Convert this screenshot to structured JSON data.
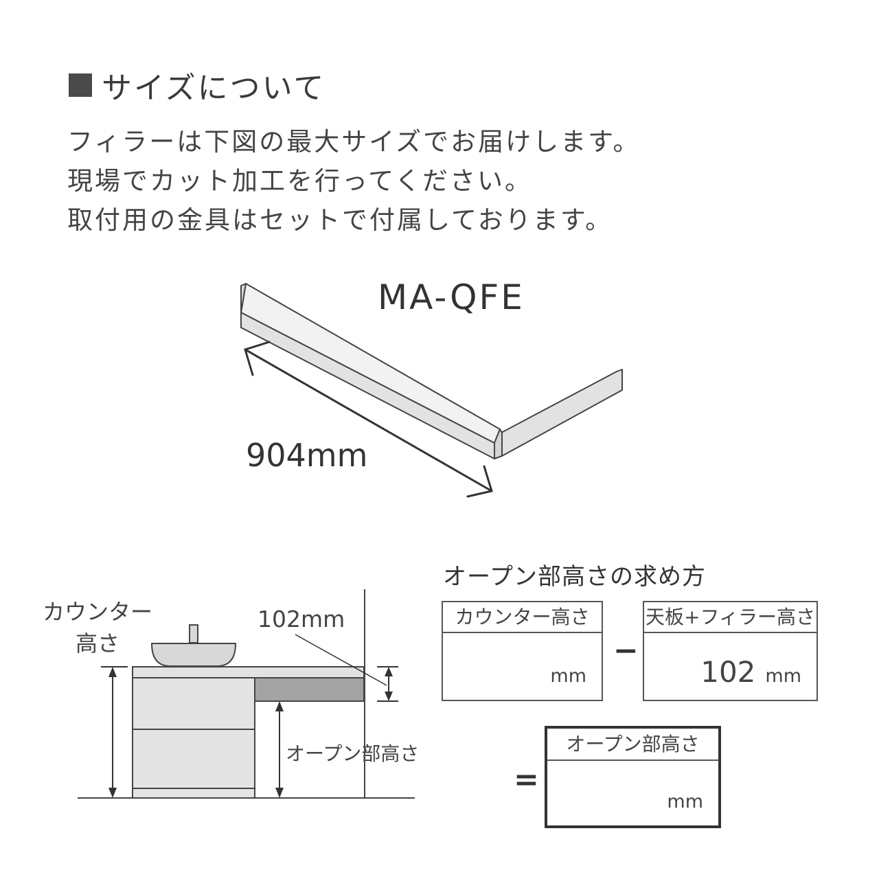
{
  "heading": "サイズについて",
  "description": [
    "フィラーは下図の最大サイズでお届けします。",
    "現場でカット加工を行ってください。",
    "取付用の金具はセットで付属しております。"
  ],
  "product": {
    "model": "MA-QFE",
    "length": "904mm"
  },
  "side_view": {
    "counter_height_label_line1": "カウンター",
    "counter_height_label_line2": "高さ",
    "gap_label": "102mm",
    "open_height_label": "オープン部高さ"
  },
  "calculation": {
    "title": "オープン部高さの求め方",
    "box_a": {
      "header": "カウンター高さ",
      "value": "",
      "unit": "mm"
    },
    "operator_minus": "−",
    "box_b": {
      "header": "天板+フィラー高さ",
      "value": "102",
      "unit": "mm"
    },
    "operator_equals": "=",
    "box_c": {
      "header": "オープン部高さ",
      "value": "",
      "unit": "mm"
    }
  }
}
